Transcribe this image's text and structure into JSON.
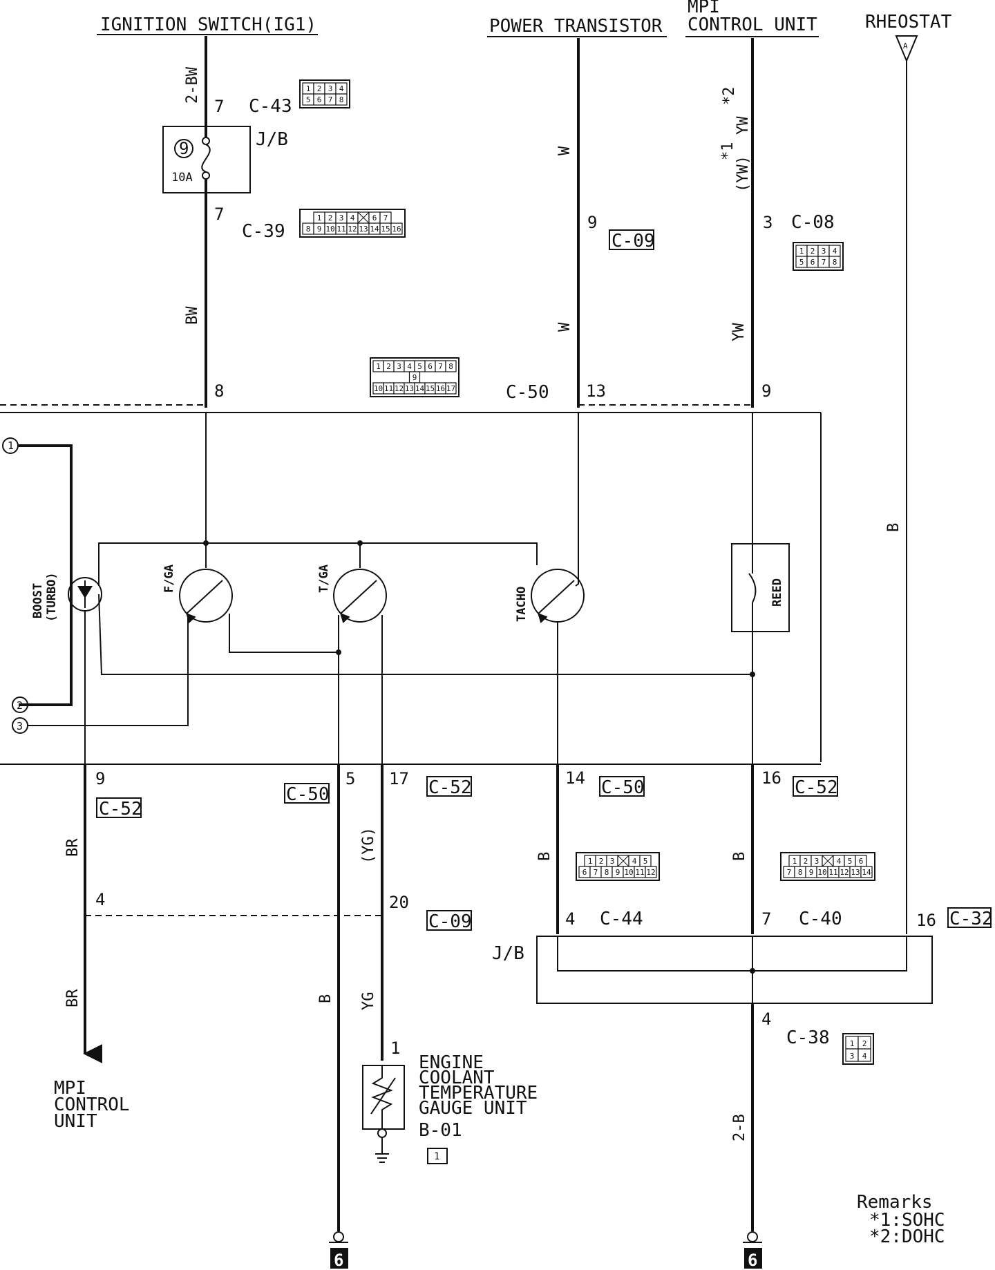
{
  "headers": {
    "ignition": "IGNITION SWITCH(IG1)",
    "power_transistor": "POWER TRANSISTOR",
    "mpi_line1": "MPI",
    "mpi_line2": "CONTROL UNIT",
    "rheostat": "RHEOSTAT",
    "rheostat_tag": "A"
  },
  "wire_colors": {
    "ig_top": "2-BW",
    "ig_mid": "BW",
    "pt_top": "W",
    "pt_mid": "W",
    "mpi_sohc": "(YW)",
    "mpi_dohc": "YW",
    "mpi_mid": "YW",
    "rheo": "B",
    "boost_out": "BR",
    "boost_low": "BR",
    "tga_out": "(YG)",
    "tga_low": "YG",
    "fga_gnd": "B",
    "tacho_out": "B",
    "reed_out": "B",
    "gnd_right": "2-B"
  },
  "marks": {
    "star1": "*1",
    "star2": "*2"
  },
  "pins": {
    "ig_c43": "7",
    "ig_c39": "7",
    "c50_ig": "8",
    "pt_c09": "9",
    "c50_pt": "13",
    "mpi_c08": "3",
    "c50_mpi": "9",
    "boost_c52": "9",
    "fga_c50": "5",
    "tga_c52": "17",
    "tacho_c50": "14",
    "reed_c52": "16",
    "boost_c09": "4",
    "tga_c09": "20",
    "c44": "4",
    "c40": "7",
    "c32": "16",
    "c38": "4",
    "b01": "1"
  },
  "connectors": {
    "c43": "C-43",
    "c39": "C-39",
    "c08": "C-08",
    "c50": "C-50",
    "c09": "C-09",
    "c52": "C-52",
    "c44": "C-44",
    "c40": "C-40",
    "c32": "C-32",
    "c38": "C-38",
    "b01": "B-01"
  },
  "jb": {
    "label": "J/B",
    "fuse_no": "9",
    "fuse_amp": "10A"
  },
  "gauges": {
    "boost_l1": "BOOST",
    "boost_l2": "(TURBO)",
    "fga": "F/GA",
    "tga": "T/GA",
    "tacho": "TACHO",
    "reed": "REED"
  },
  "refs": {
    "r1": "1",
    "r2": "2",
    "r3": "3"
  },
  "destinations": {
    "mpi_l1": "MPI",
    "mpi_l2": "CONTROL",
    "mpi_l3": "UNIT",
    "ect_l1": "ENGINE",
    "ect_l2": "COOLANT",
    "ect_l3": "TEMPERATURE",
    "ect_l4": "GAUGE UNIT"
  },
  "ground": "6",
  "remarks": {
    "title": "Remarks",
    "r1": "*1:SOHC",
    "r2": "*2:DOHC"
  },
  "connector_faces": {
    "c43": [
      [
        "1",
        "2",
        "3",
        "4"
      ],
      [
        "5",
        "6",
        "7",
        "8"
      ]
    ],
    "c39": [
      [
        "1",
        "2",
        "3",
        "4",
        "",
        "6",
        "7"
      ],
      [
        "8",
        "9",
        "10",
        "11",
        "12",
        "13",
        "14",
        "15",
        "16"
      ]
    ],
    "c08": [
      [
        "1",
        "2",
        "3",
        "4"
      ],
      [
        "5",
        "6",
        "7",
        "8"
      ]
    ],
    "c50a": [
      "1",
      "2",
      "3",
      "4",
      "5",
      "6",
      "7",
      "8"
    ],
    "c50b": "9",
    "c50c": [
      "10",
      "11",
      "12",
      "13",
      "14",
      "15",
      "16",
      "17"
    ],
    "c44": [
      [
        "1",
        "2",
        "3",
        "",
        "4",
        "5"
      ],
      [
        "6",
        "7",
        "8",
        "9",
        "10",
        "11",
        "12"
      ]
    ],
    "c40": [
      [
        "1",
        "2",
        "3",
        "",
        "4",
        "5",
        "6"
      ],
      [
        "7",
        "8",
        "9",
        "10",
        "11",
        "12",
        "13",
        "14"
      ]
    ],
    "c38": [
      [
        "1",
        "2"
      ],
      [
        "3",
        "4"
      ]
    ],
    "b01": "1"
  }
}
